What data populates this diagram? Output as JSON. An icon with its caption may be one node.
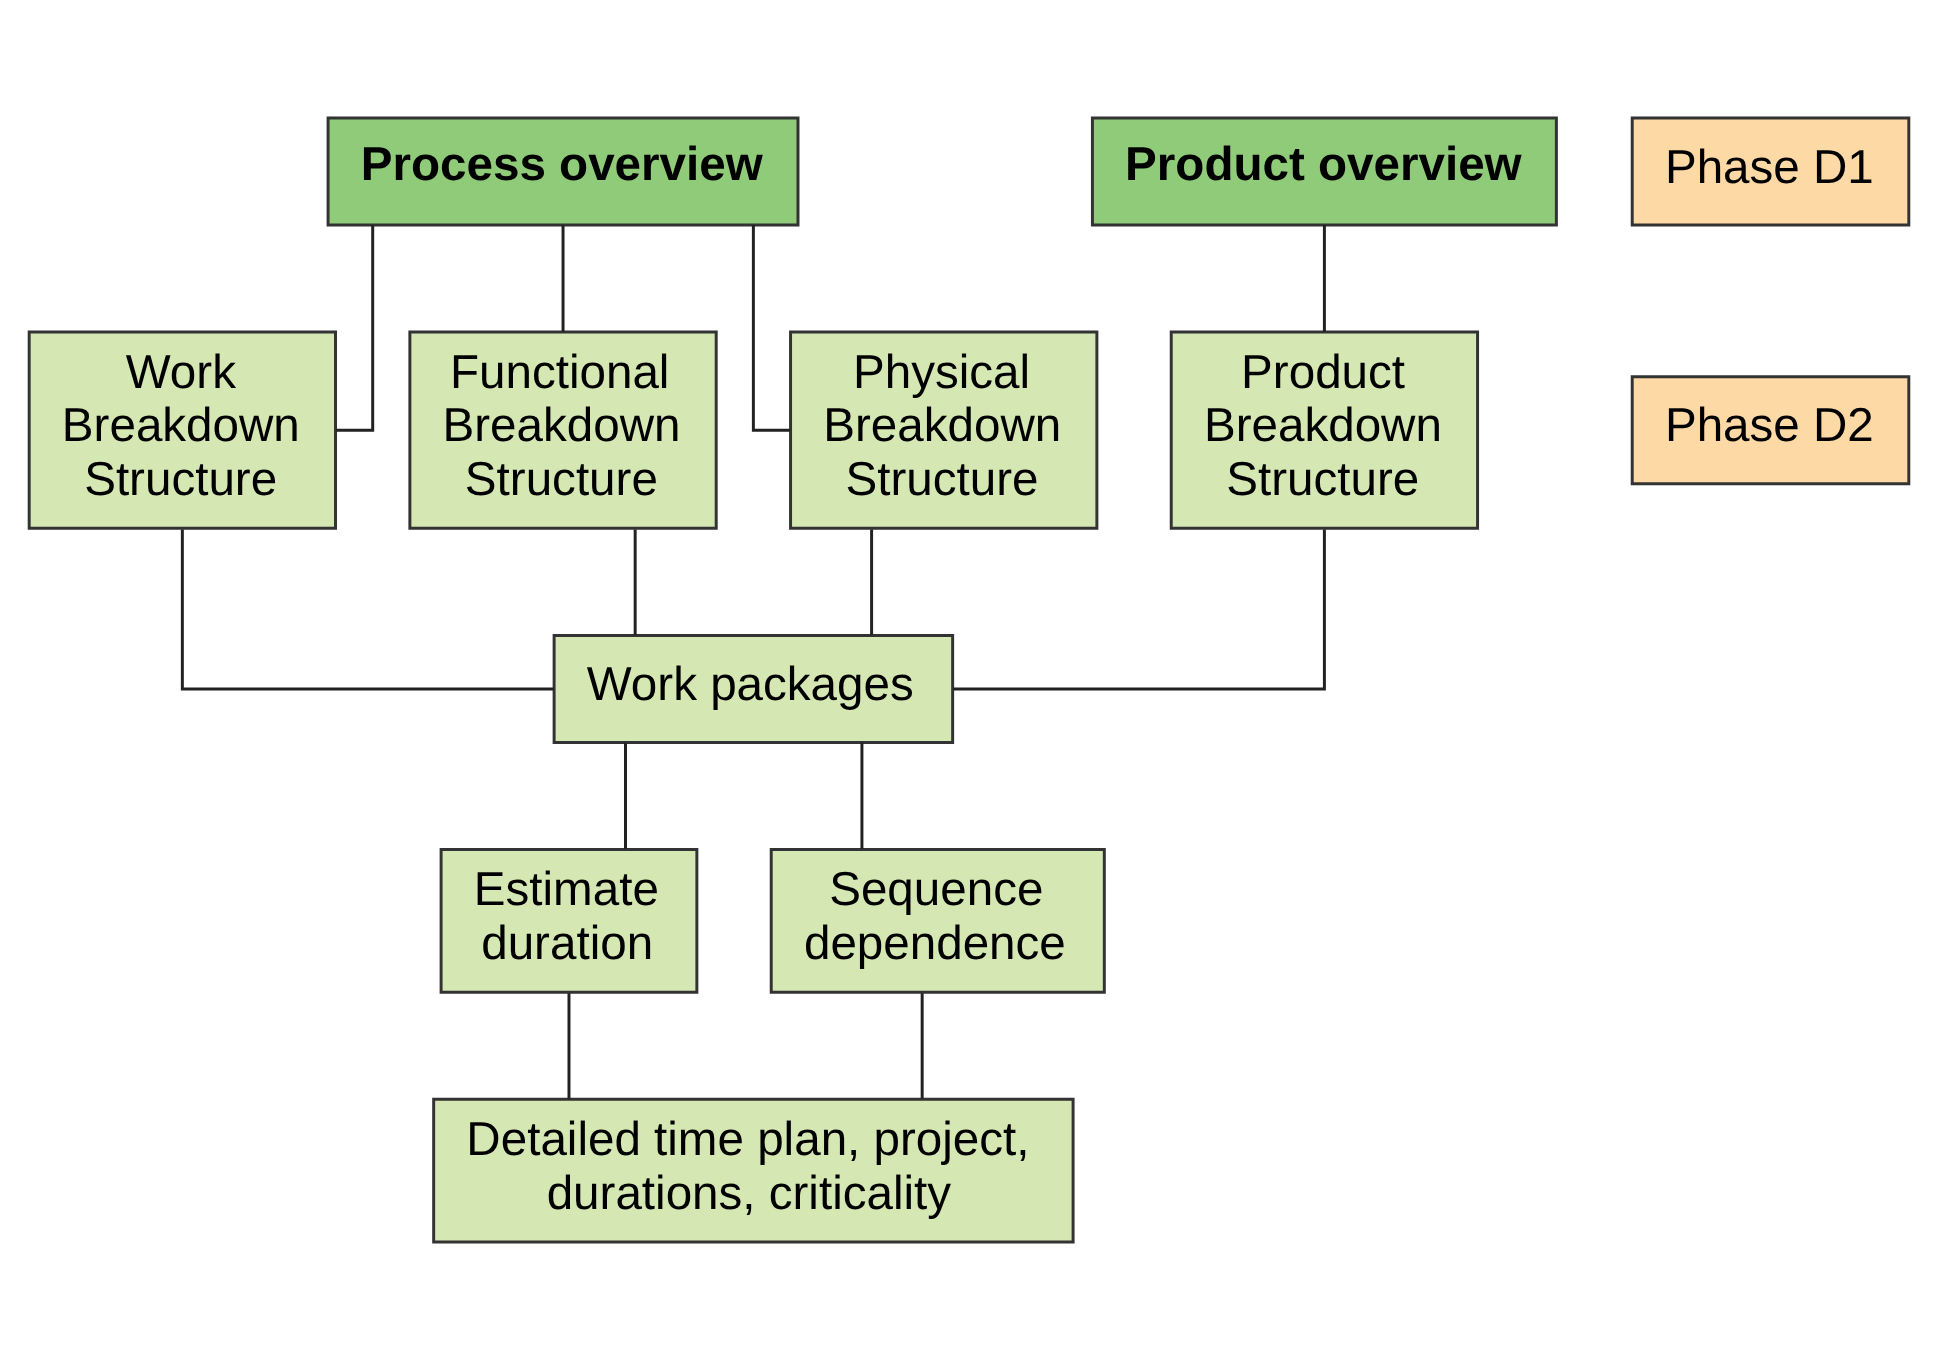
{
  "diagram": {
    "nodes": [
      {
        "text": [
          "Process overview"
        ]
      },
      {
        "text": [
          "Product overview"
        ]
      },
      {
        "text": [
          "Phase D1"
        ]
      },
      {
        "text": [
          "Phase D2"
        ]
      },
      {
        "text": [
          "Work Breakdown Structure"
        ]
      },
      {
        "text": [
          "Functional Breakdown Structure"
        ]
      },
      {
        "text": [
          "Physical Breakdown Structure"
        ]
      },
      {
        "text": [
          "Product Breakdown Structure"
        ]
      },
      {
        "text": [
          "Work packages"
        ]
      },
      {
        "text": [
          "Estimate duration"
        ]
      },
      {
        "text": [
          "Sequence dependence"
        ]
      },
      {
        "text": [
          "Detailed time plan, project, durations, criticality"
        ]
      }
    ],
    "edges": [
      {
        "from": 0,
        "to": 4,
        "arrow": "none"
      },
      {
        "from": 0,
        "to": 5,
        "arrow": "none"
      },
      {
        "from": 0,
        "to": 6,
        "arrow": "none"
      },
      {
        "from": 1,
        "to": 7,
        "arrow": "none"
      },
      {
        "from": 4,
        "to": 8,
        "arrow": "none"
      },
      {
        "from": 5,
        "to": 8,
        "arrow": "none"
      },
      {
        "from": 6,
        "to": 8,
        "arrow": "none"
      },
      {
        "from": 7,
        "to": 8,
        "arrow": "none"
      },
      {
        "from": 8,
        "to": 9,
        "arrow": "none"
      },
      {
        "from": 8,
        "to": 10,
        "arrow": "none"
      },
      {
        "from": 9,
        "to": 11,
        "arrow": "none"
      },
      {
        "from": 10,
        "to": 11,
        "arrow": "none"
      }
    ]
  }
}
